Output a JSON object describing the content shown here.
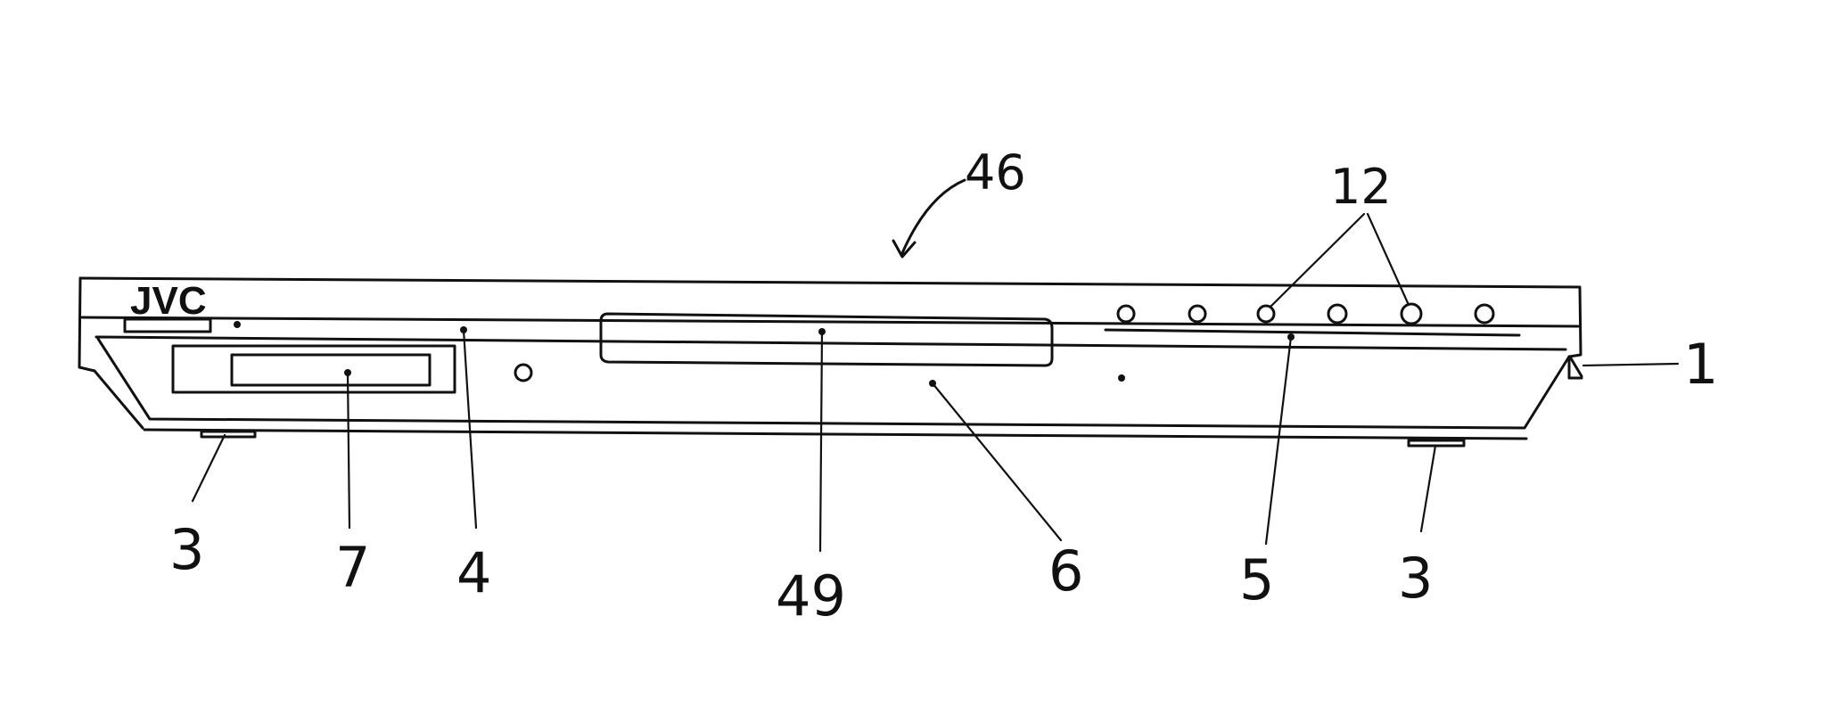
{
  "figure": {
    "logo_text": "JVC",
    "labels": {
      "assembly": "46",
      "buttons": "12",
      "housing": "1",
      "foot_left": "3",
      "display_window": "7",
      "tray_slot": "4",
      "disc_tray": "49",
      "front_panel": "6",
      "control_strip": "5",
      "foot_right": "3"
    }
  }
}
